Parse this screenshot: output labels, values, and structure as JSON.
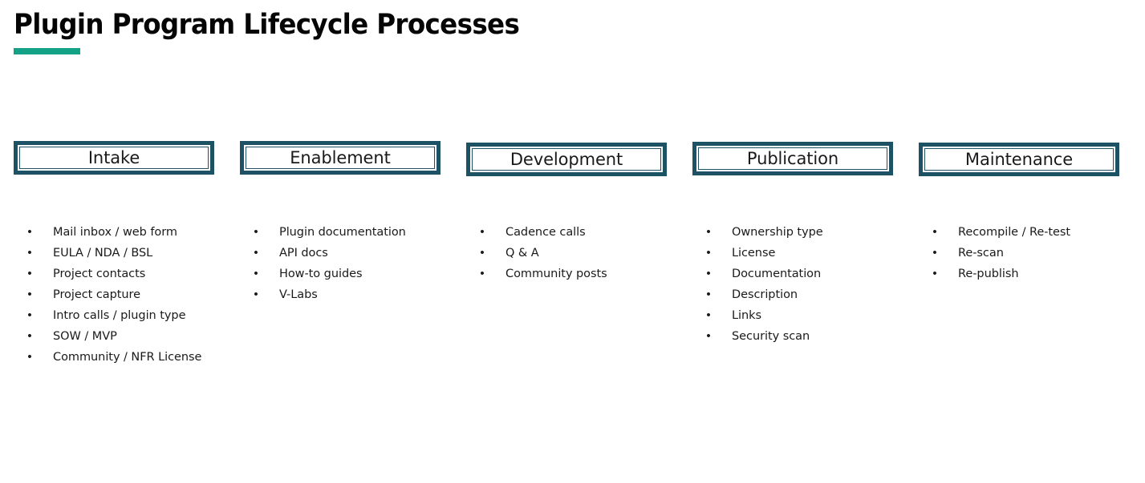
{
  "page": {
    "title": "Plugin Program Lifecycle Processes",
    "accent_color": "#13a286",
    "box_border_color": "#1d5265",
    "text_color": "#1a1a1a",
    "background_color": "#ffffff"
  },
  "bullet_glyph": "•",
  "columns": [
    {
      "header": "Intake",
      "items": [
        "Mail inbox / web form",
        "EULA / NDA / BSL",
        "Project contacts",
        "Project capture",
        "Intro calls / plugin type",
        "SOW / MVP",
        "Community / NFR License"
      ]
    },
    {
      "header": "Enablement",
      "items": [
        "Plugin documentation",
        "API docs",
        "How-to guides",
        "V-Labs"
      ]
    },
    {
      "header": "Development",
      "items": [
        "Cadence calls",
        "Q & A",
        "Community posts"
      ]
    },
    {
      "header": "Publication",
      "items": [
        "Ownership type",
        "License",
        "Documentation",
        "Description",
        "Links",
        "Security scan"
      ]
    },
    {
      "header": "Maintenance",
      "items": [
        "Recompile / Re-test",
        "Re-scan",
        "Re-publish"
      ]
    }
  ]
}
